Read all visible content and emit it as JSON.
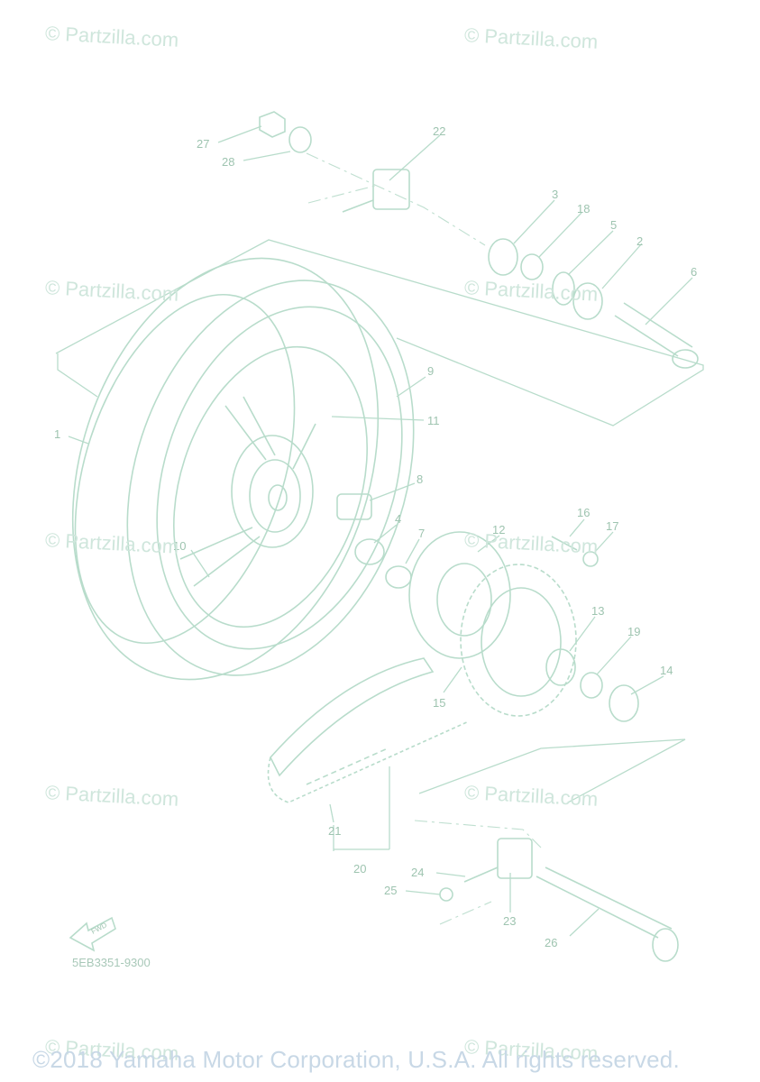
{
  "watermarks": [
    {
      "text": "© Partzilla.com"
    },
    {
      "text": "© Partzilla.com"
    },
    {
      "text": "© Partzilla.com"
    },
    {
      "text": "© Partzilla.com"
    },
    {
      "text": "© Partzilla.com"
    },
    {
      "text": "© Partzilla.com"
    },
    {
      "text": "© Partzilla.com"
    },
    {
      "text": "© Partzilla.com"
    },
    {
      "text": "© Partzilla.com"
    },
    {
      "text": "© Partzilla.com"
    }
  ],
  "diagram_code": "5EB3351-9300",
  "copyright": "©2018 Yamaha Motor Corporation, U.S.A. All rights reserved.",
  "fwd_label": "FWD",
  "callouts": [
    "1",
    "2",
    "3",
    "4",
    "5",
    "6",
    "7",
    "8",
    "9",
    "10",
    "11",
    "12",
    "13",
    "14",
    "15",
    "16",
    "17",
    "18",
    "19",
    "20",
    "21",
    "22",
    "23",
    "24",
    "25",
    "26",
    "27",
    "28"
  ],
  "colors": {
    "line": "#b8dccb",
    "label": "#9ec4b0",
    "watermark": "#cfe6dc",
    "copyright": "#c8d8e6"
  }
}
